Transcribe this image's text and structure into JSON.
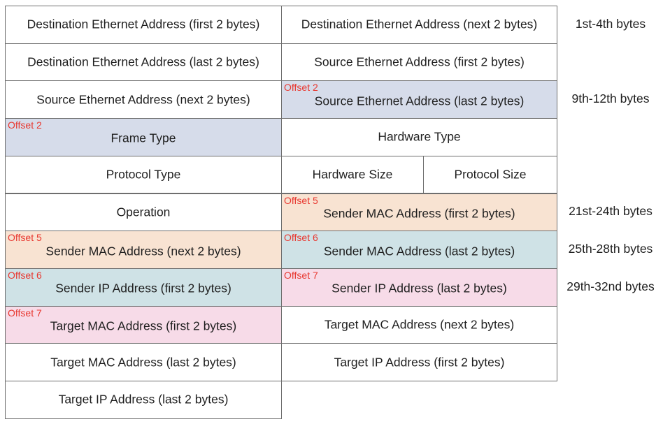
{
  "rows": [
    {
      "cells": [
        {
          "text": "Destination Ethernet Address (first 2 bytes)",
          "span": "left",
          "color": "#ffffff"
        },
        {
          "text": "Destination Ethernet Address (next 2 bytes)",
          "span": "right",
          "color": "#ffffff"
        }
      ],
      "side": "1st-4th bytes"
    },
    {
      "cells": [
        {
          "text": "Destination Ethernet Address (last 2 bytes)",
          "span": "left",
          "color": "#ffffff"
        },
        {
          "text": "Source Ethernet Address (first 2 bytes)",
          "span": "right",
          "color": "#ffffff"
        }
      ],
      "side": ""
    },
    {
      "cells": [
        {
          "text": "Source Ethernet  Address (next 2 bytes)",
          "span": "left",
          "color": "#ffffff"
        },
        {
          "text": "Source Ethernet  Address (last 2 bytes)",
          "span": "right",
          "color": "#d6dcea",
          "offset": "Offset 2"
        }
      ],
      "side": "9th-12th bytes"
    },
    {
      "cells": [
        {
          "text": "Frame Type",
          "span": "left",
          "color": "#d6dcea",
          "offset": "Offset 2"
        },
        {
          "text": "Hardware Type",
          "span": "right",
          "color": "#ffffff"
        }
      ],
      "side": ""
    },
    {
      "cells": [
        {
          "text": "Protocol Type",
          "span": "left",
          "color": "#ffffff"
        },
        {
          "text": "Hardware Size",
          "span": "right-a",
          "color": "#ffffff"
        },
        {
          "text": "Protocol Size",
          "span": "right-b",
          "color": "#ffffff"
        }
      ],
      "side": ""
    },
    {
      "cells": [
        {
          "text": "Operation",
          "span": "left",
          "color": "#ffffff"
        },
        {
          "text": "Sender MAC Address (first 2 bytes)",
          "span": "right",
          "color": "#f8e3d2",
          "offset": "Offset 5"
        }
      ],
      "side": "21st-24th bytes"
    },
    {
      "cells": [
        {
          "text": "Sender MAC Address (next 2 bytes)",
          "span": "left",
          "color": "#f8e3d2",
          "offset": "Offset 5"
        },
        {
          "text": "Sender MAC Address (last 2 bytes)",
          "span": "right",
          "color": "#cfe2e6",
          "offset": "Offset 6"
        }
      ],
      "side": "25th-28th bytes"
    },
    {
      "cells": [
        {
          "text": "Sender IP Address (first 2 bytes)",
          "span": "left",
          "color": "#cfe2e6",
          "offset": "Offset 6"
        },
        {
          "text": "Sender IP Address (last 2 bytes)",
          "span": "right",
          "color": "#f7dbe8",
          "offset": "Offset 7"
        }
      ],
      "side": "29th-32nd bytes"
    },
    {
      "cells": [
        {
          "text": "Target MAC Address (first 2 bytes)",
          "span": "left",
          "color": "#f7dbe8",
          "offset": "Offset 7"
        },
        {
          "text": "Target MAC Address (next 2 bytes)",
          "span": "right",
          "color": "#ffffff"
        }
      ],
      "side": ""
    },
    {
      "cells": [
        {
          "text": "Target MAC Address (last 2 bytes)",
          "span": "left",
          "color": "#ffffff"
        },
        {
          "text": "Target IP Address (first 2 bytes)",
          "span": "right",
          "color": "#ffffff"
        }
      ],
      "side": ""
    },
    {
      "cells": [
        {
          "text": "Target IP Address (last 2 bytes)",
          "span": "left",
          "color": "#ffffff"
        }
      ],
      "side": ""
    }
  ]
}
